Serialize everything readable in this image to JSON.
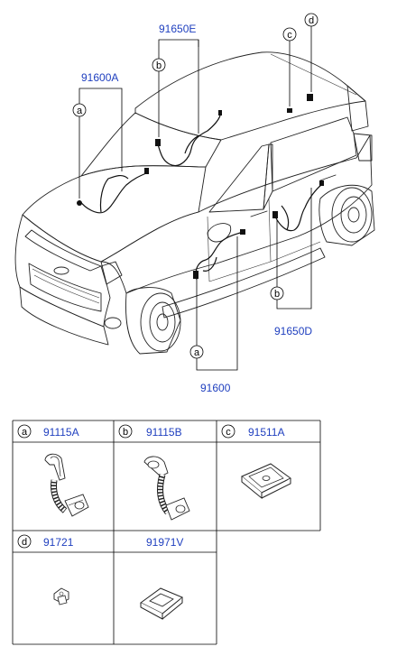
{
  "callouts": {
    "top_center": "91650E",
    "top_left": "91600A",
    "bottom_center": "91600",
    "bottom_right": "91650D",
    "letter_a": "a",
    "letter_b": "b",
    "letter_c": "c",
    "letter_d": "d"
  },
  "parts": [
    {
      "letter": "a",
      "number": "91115A"
    },
    {
      "letter": "b",
      "number": "91115B"
    },
    {
      "letter": "c",
      "number": "91511A"
    },
    {
      "letter": "d",
      "number": "91721"
    },
    {
      "letter": "",
      "number": "91971V"
    }
  ],
  "colors": {
    "part_number_text": "#1f3fbf",
    "line": "#000000"
  }
}
